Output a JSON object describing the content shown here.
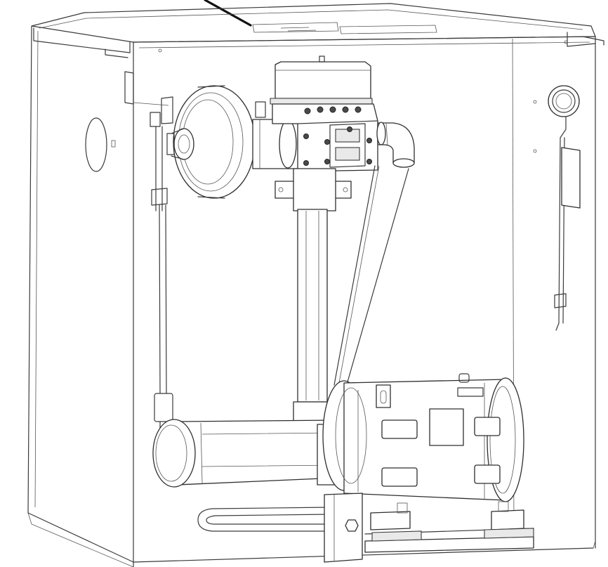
{
  "figure": {
    "kind": "technical-line-drawing",
    "description_icons": [
      "leader-arrow",
      "enclosure-cabinet",
      "blower-wheel",
      "gas-valve",
      "elbow-pipe",
      "vertical-pipe",
      "burner-tube",
      "electric-motor",
      "mounting-base",
      "drive-belt",
      "pressure-gauge",
      "control-rod"
    ],
    "colors": {
      "line": "#3a3a3a",
      "fill": "#ffffff",
      "shade": "#e9e9e9",
      "dark": "#4a4a4a"
    }
  }
}
